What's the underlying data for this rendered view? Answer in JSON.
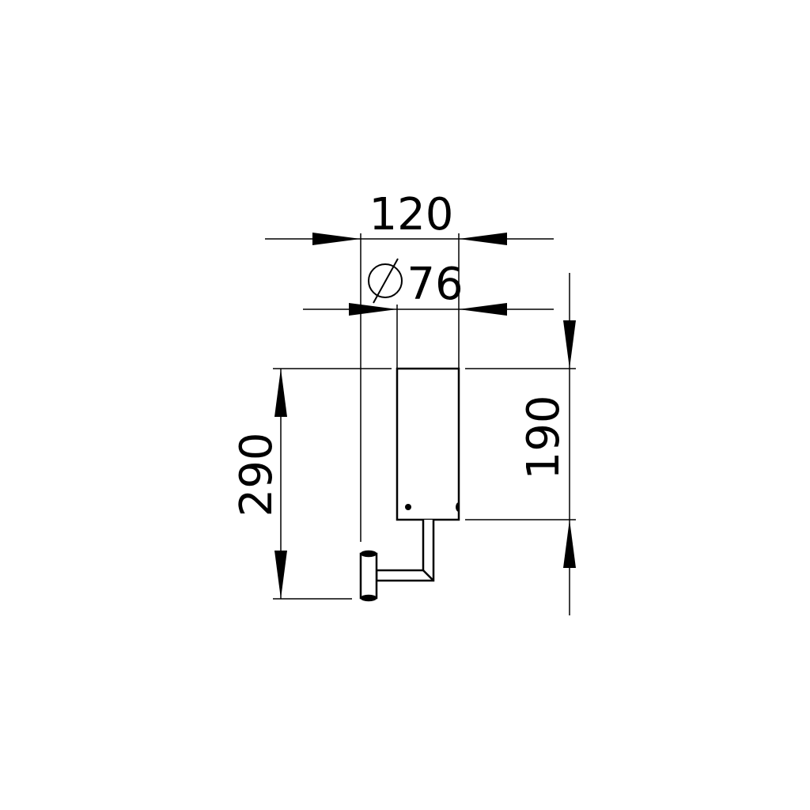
{
  "drawing": {
    "dimensions": {
      "width_overall": "120",
      "diameter_symbol": "⌀",
      "diameter": "76",
      "height_overall": "290",
      "height_body": "190"
    },
    "colors": {
      "line": "#000000",
      "background": "#ffffff"
    }
  }
}
